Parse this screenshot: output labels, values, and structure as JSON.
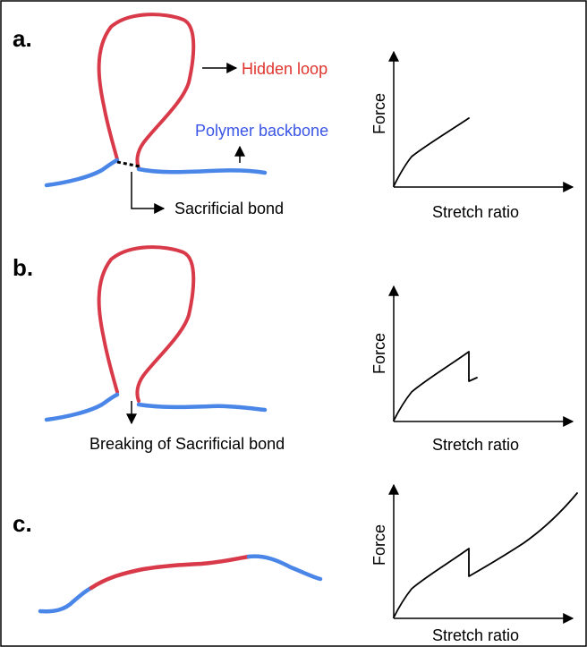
{
  "panels": [
    {
      "label": "a.",
      "annotations": {
        "hidden_loop": "Hidden loop",
        "polymer_backbone": "Polymer backbone",
        "sacrificial_bond": "Sacrificial bond"
      },
      "graph": {
        "ylabel": "Force",
        "xlabel": "Stretch ratio"
      }
    },
    {
      "label": "b.",
      "annotations": {
        "breaking": "Breaking of Sacrificial bond"
      },
      "graph": {
        "ylabel": "Force",
        "xlabel": "Stretch ratio"
      }
    },
    {
      "label": "c.",
      "graph": {
        "ylabel": "Force",
        "xlabel": "Stretch ratio"
      }
    }
  ],
  "colors": {
    "loop": "#d93a4a",
    "backbone": "#4a86e8",
    "hidden_loop_text": "#e0342e",
    "backbone_text": "#3a55e6"
  }
}
